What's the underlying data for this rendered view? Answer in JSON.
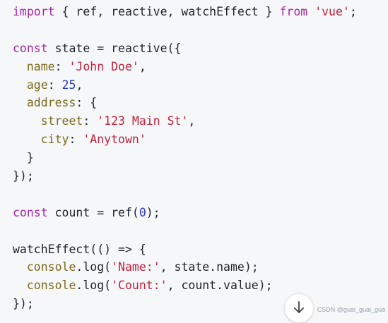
{
  "code_lines": [
    [
      {
        "t": "import",
        "c": "kw"
      },
      {
        "t": " { ref, reactive, watchEffect } ",
        "c": "var"
      },
      {
        "t": "from",
        "c": "kw"
      },
      {
        "t": " ",
        "c": "var"
      },
      {
        "t": "'vue'",
        "c": "str"
      },
      {
        "t": ";",
        "c": "var"
      }
    ],
    [],
    [
      {
        "t": "const",
        "c": "kw"
      },
      {
        "t": " state = reactive({",
        "c": "var"
      }
    ],
    [
      {
        "t": "  ",
        "c": "var"
      },
      {
        "t": "name",
        "c": "prop"
      },
      {
        "t": ": ",
        "c": "var"
      },
      {
        "t": "'John Doe'",
        "c": "str"
      },
      {
        "t": ",",
        "c": "var"
      }
    ],
    [
      {
        "t": "  ",
        "c": "var"
      },
      {
        "t": "age",
        "c": "prop"
      },
      {
        "t": ": ",
        "c": "var"
      },
      {
        "t": "25",
        "c": "num"
      },
      {
        "t": ",",
        "c": "var"
      }
    ],
    [
      {
        "t": "  ",
        "c": "var"
      },
      {
        "t": "address",
        "c": "prop"
      },
      {
        "t": ": {",
        "c": "var"
      }
    ],
    [
      {
        "t": "    ",
        "c": "var"
      },
      {
        "t": "street",
        "c": "prop"
      },
      {
        "t": ": ",
        "c": "var"
      },
      {
        "t": "'123 Main St'",
        "c": "str"
      },
      {
        "t": ",",
        "c": "var"
      }
    ],
    [
      {
        "t": "    ",
        "c": "var"
      },
      {
        "t": "city",
        "c": "prop"
      },
      {
        "t": ": ",
        "c": "var"
      },
      {
        "t": "'Anytown'",
        "c": "str"
      }
    ],
    [
      {
        "t": "  }",
        "c": "var"
      }
    ],
    [
      {
        "t": "});",
        "c": "var"
      }
    ],
    [],
    [
      {
        "t": "const",
        "c": "kw"
      },
      {
        "t": " count = ref(",
        "c": "var"
      },
      {
        "t": "0",
        "c": "num"
      },
      {
        "t": ");",
        "c": "var"
      }
    ],
    [],
    [
      {
        "t": "watchEffect(() => {",
        "c": "var"
      }
    ],
    [
      {
        "t": "  ",
        "c": "var"
      },
      {
        "t": "console",
        "c": "prop"
      },
      {
        "t": ".log(",
        "c": "var"
      },
      {
        "t": "'Name:'",
        "c": "str"
      },
      {
        "t": ", state.name);",
        "c": "var"
      }
    ],
    [
      {
        "t": "  ",
        "c": "var"
      },
      {
        "t": "console",
        "c": "prop"
      },
      {
        "t": ".log(",
        "c": "var"
      },
      {
        "t": "'Count:'",
        "c": "str"
      },
      {
        "t": ", count.value);",
        "c": "var"
      }
    ],
    [
      {
        "t": "});",
        "c": "var"
      }
    ]
  ],
  "scroll_button": {
    "icon": "arrow-down-icon"
  },
  "watermark": "CSDN @guai_guai_gua"
}
